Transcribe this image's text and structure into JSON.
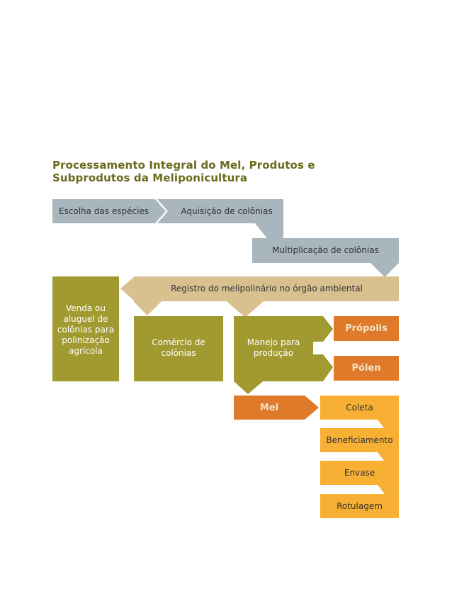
{
  "title": "Processamento Integral do Mel, Produtos e Subprodutos da Meliponicultura",
  "colors": {
    "grey": "#a9b6be",
    "tan": "#d8c08f",
    "olive": "#a19a31",
    "orange": "#df7a2a",
    "yellow_orange": "#f7b033",
    "title": "#6b6b1e"
  },
  "nodes": {
    "escolha": "Escolha das espécies",
    "aquisicao": "Aquisição de colônias",
    "multiplicacao": "Multiplicação de colônias",
    "registro": "Registro do melipolinário no órgão ambiental",
    "venda": "Venda ou aluguel de colônias para polinização agrícola",
    "comercio": "Comércio de colônias",
    "manejo": "Manejo para produção",
    "propolis": "Própolis",
    "polen": "Pólen",
    "mel": "Mel",
    "coleta": "Coleta",
    "beneficiamento": "Beneficiamento",
    "envase": "Envase",
    "rotulagem": "Rotulagem"
  }
}
